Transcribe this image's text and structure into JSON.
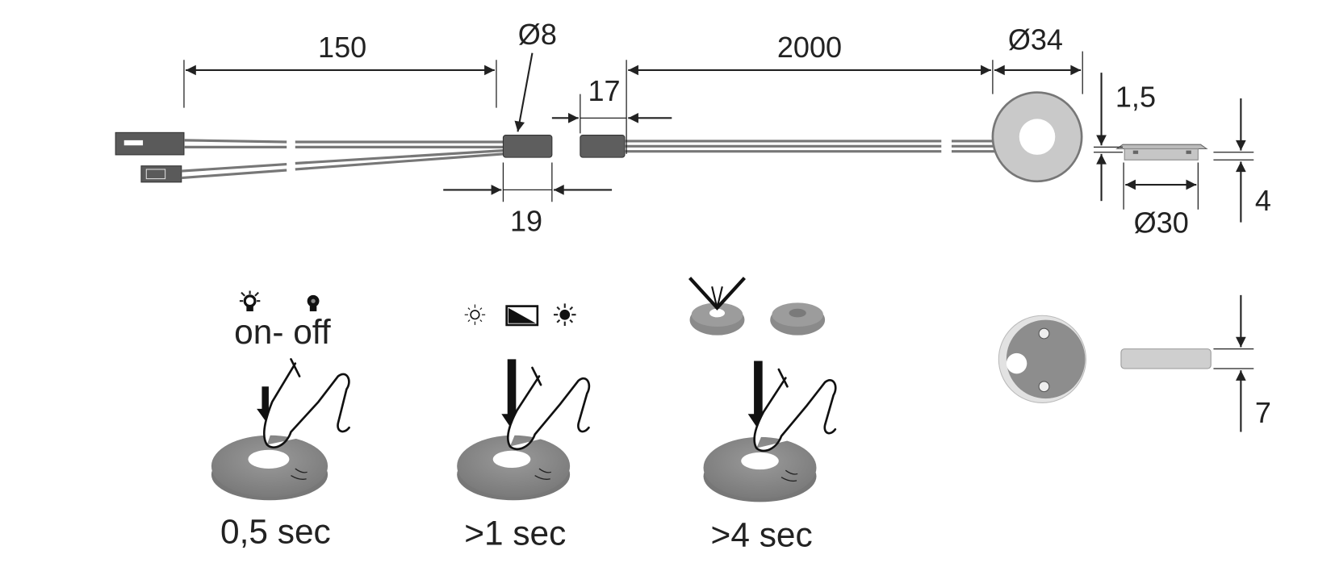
{
  "dimensions": {
    "cable_lead": "150",
    "sleeve_diameter": "Ø8",
    "cable_length": "2000",
    "gap": "17",
    "sleeve_length": "19",
    "disc_diameter": "Ø34",
    "flange_thickness": "1,5",
    "body_diameter": "Ø30",
    "height": "4",
    "back_height": "7"
  },
  "functions": [
    {
      "caption": "0,5 sec",
      "label": "on- off",
      "icon": "bulb-on-off-icon"
    },
    {
      "caption": ">1 sec",
      "icon": "dimming-icon"
    },
    {
      "caption": ">4 sec",
      "icon": "memory-touch-icon"
    }
  ],
  "colors": {
    "part_gray": "#8a8a8a",
    "light_gray": "#c9c9c9",
    "dark_gray": "#555555",
    "line": "#222222"
  }
}
